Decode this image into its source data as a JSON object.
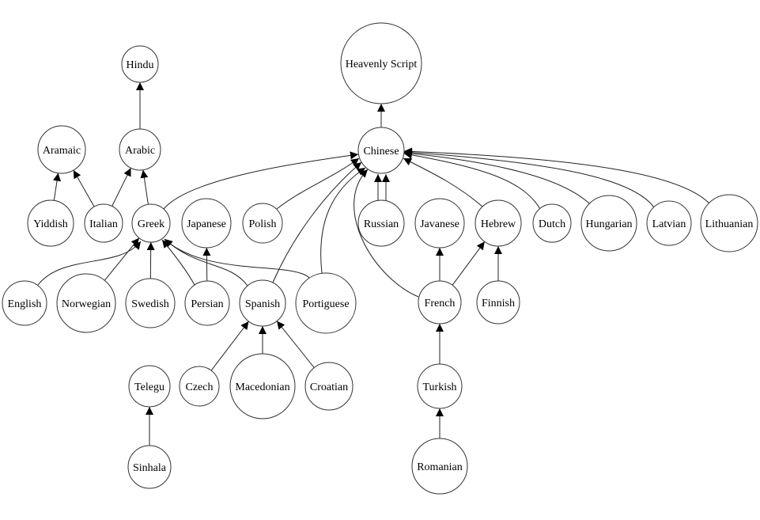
{
  "diagram": {
    "type": "directed-graph",
    "nodes": [
      {
        "id": "hindu",
        "label": "Hindu"
      },
      {
        "id": "aramaic",
        "label": "Aramaic"
      },
      {
        "id": "arabic",
        "label": "Arabic"
      },
      {
        "id": "heavenly",
        "label": "Heavenly Script"
      },
      {
        "id": "chinese",
        "label": "Chinese"
      },
      {
        "id": "yiddish",
        "label": "Yiddish"
      },
      {
        "id": "italian",
        "label": "Italian"
      },
      {
        "id": "greek",
        "label": "Greek"
      },
      {
        "id": "japanese",
        "label": "Japanese"
      },
      {
        "id": "polish",
        "label": "Polish"
      },
      {
        "id": "russian",
        "label": "Russian"
      },
      {
        "id": "javanese",
        "label": "Javanese"
      },
      {
        "id": "hebrew",
        "label": "Hebrew"
      },
      {
        "id": "dutch",
        "label": "Dutch"
      },
      {
        "id": "hungarian",
        "label": "Hungarian"
      },
      {
        "id": "latvian",
        "label": "Latvian"
      },
      {
        "id": "lithuanian",
        "label": "Lithuanian"
      },
      {
        "id": "english",
        "label": "English"
      },
      {
        "id": "norwegian",
        "label": "Norwegian"
      },
      {
        "id": "swedish",
        "label": "Swedish"
      },
      {
        "id": "persian",
        "label": "Persian"
      },
      {
        "id": "spanish",
        "label": "Spanish"
      },
      {
        "id": "portiguese",
        "label": "Portiguese"
      },
      {
        "id": "french",
        "label": "French"
      },
      {
        "id": "finnish",
        "label": "Finnish"
      },
      {
        "id": "telegu",
        "label": "Telegu"
      },
      {
        "id": "czech",
        "label": "Czech"
      },
      {
        "id": "macedonian",
        "label": "Macedonian"
      },
      {
        "id": "croatian",
        "label": "Croatian"
      },
      {
        "id": "turkish",
        "label": "Turkish"
      },
      {
        "id": "sinhala",
        "label": "Sinhala"
      },
      {
        "id": "romanian",
        "label": "Romanian"
      }
    ],
    "edges": [
      {
        "from": "arabic",
        "to": "hindu"
      },
      {
        "from": "chinese",
        "to": "heavenly"
      },
      {
        "from": "yiddish",
        "to": "aramaic"
      },
      {
        "from": "italian",
        "to": "aramaic"
      },
      {
        "from": "italian",
        "to": "arabic"
      },
      {
        "from": "greek",
        "to": "arabic"
      },
      {
        "from": "greek",
        "to": "chinese"
      },
      {
        "from": "polish",
        "to": "chinese"
      },
      {
        "from": "spanish",
        "to": "chinese"
      },
      {
        "from": "portiguese",
        "to": "chinese"
      },
      {
        "from": "french",
        "to": "chinese"
      },
      {
        "from": "russian",
        "to": "chinese"
      },
      {
        "from": "russian",
        "to": "chinese"
      },
      {
        "from": "hebrew",
        "to": "chinese"
      },
      {
        "from": "dutch",
        "to": "chinese"
      },
      {
        "from": "hungarian",
        "to": "chinese"
      },
      {
        "from": "latvian",
        "to": "chinese"
      },
      {
        "from": "lithuanian",
        "to": "chinese"
      },
      {
        "from": "english",
        "to": "greek"
      },
      {
        "from": "norwegian",
        "to": "greek"
      },
      {
        "from": "swedish",
        "to": "greek"
      },
      {
        "from": "persian",
        "to": "greek"
      },
      {
        "from": "spanish",
        "to": "greek"
      },
      {
        "from": "portiguese",
        "to": "greek"
      },
      {
        "from": "persian",
        "to": "japanese"
      },
      {
        "from": "czech",
        "to": "spanish"
      },
      {
        "from": "macedonian",
        "to": "spanish"
      },
      {
        "from": "croatian",
        "to": "spanish"
      },
      {
        "from": "french",
        "to": "javanese"
      },
      {
        "from": "french",
        "to": "hebrew"
      },
      {
        "from": "finnish",
        "to": "hebrew"
      },
      {
        "from": "turkish",
        "to": "french"
      },
      {
        "from": "romanian",
        "to": "turkish"
      },
      {
        "from": "sinhala",
        "to": "telegu"
      }
    ]
  }
}
